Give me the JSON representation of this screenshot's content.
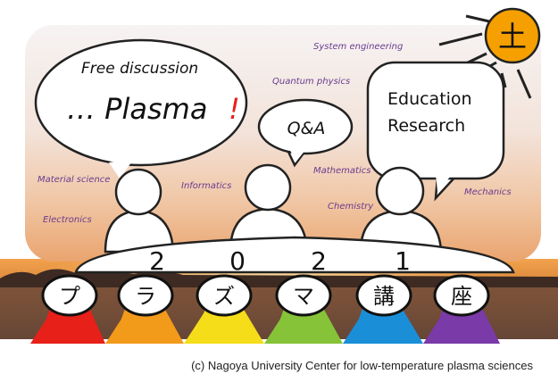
{
  "bubbles": {
    "free_discussion": "Free discussion",
    "plasma_prefix": "… Plasma",
    "exclaim": "!",
    "qa": "Q&A",
    "education": "Education",
    "research": "Research"
  },
  "topics": [
    "System engineering",
    "Quantum physics",
    "Material science",
    "Informatics",
    "Mathematics",
    "Electronics",
    "Chemistry",
    "Mechanics"
  ],
  "year_digits": [
    "2",
    "0",
    "2",
    "1"
  ],
  "sun_label": "土",
  "lecture_chars": [
    "プ",
    "ラ",
    "ズ",
    "マ",
    "講",
    "座"
  ],
  "copyright": "(c) Nagoya University Center for low-temperature plasma sciences",
  "colors": {
    "sun": "#f5a000",
    "topic_text": "#6a3b8f",
    "exclaim": "#e8201a",
    "stripe_red": "#e8201a",
    "stripe_orange": "#f29a1a",
    "stripe_yellow": "#f5dd1a",
    "stripe_green": "#86c338",
    "stripe_blue": "#1a8fd8",
    "stripe_violet": "#7a3aa8"
  }
}
